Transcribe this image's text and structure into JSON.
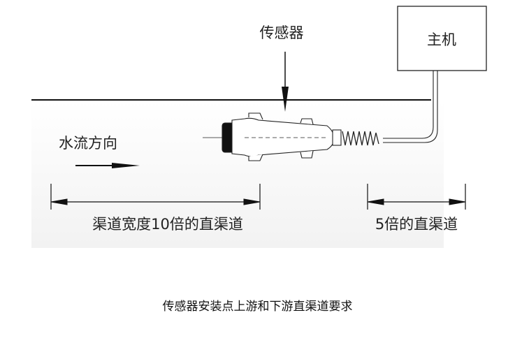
{
  "labels": {
    "sensor": "传感器",
    "host": "主机",
    "flow_direction": "水流方向",
    "upstream_span": "渠道宽度10倍的直渠道",
    "downstream_span": "5倍的直渠道"
  },
  "caption": "传感器安装点上游和下游直渠道要求"
}
